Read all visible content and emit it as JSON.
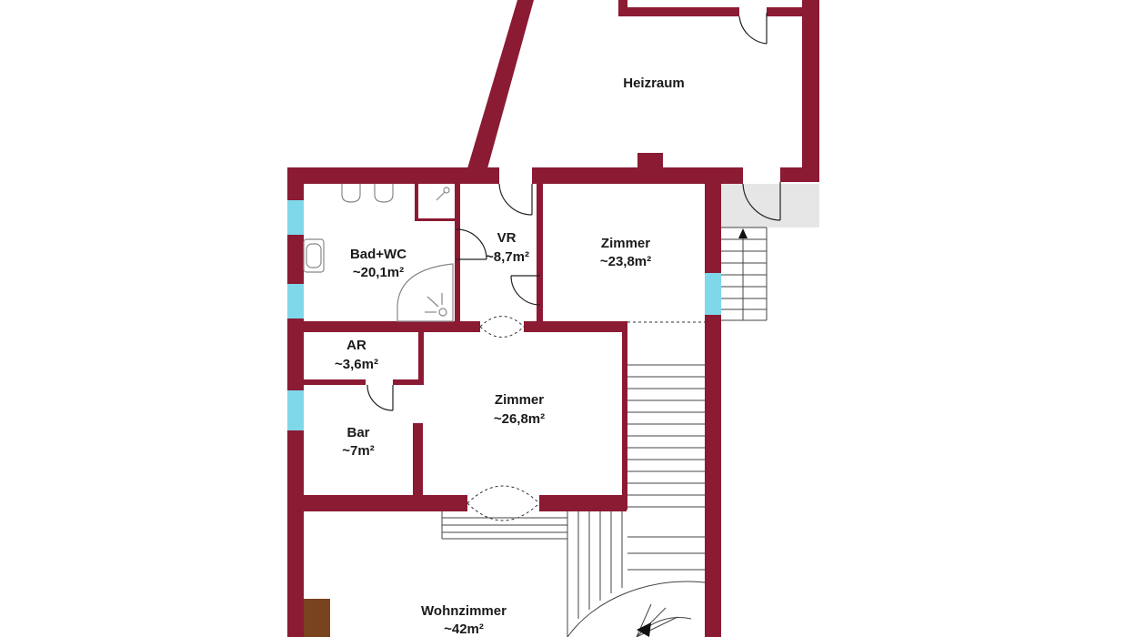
{
  "floorplan": {
    "colors": {
      "wall": "#8b1a33",
      "window": "#7fd8ea",
      "landing": "#e6e6e6",
      "fireplace": "#7a4320",
      "background": "#ffffff"
    },
    "rooms": [
      {
        "id": "heizraum",
        "name": "Heizraum",
        "area": ""
      },
      {
        "id": "badwc",
        "name": "Bad+WC",
        "area": "~20,1m²"
      },
      {
        "id": "vr",
        "name": "VR",
        "area": "~8,7m²"
      },
      {
        "id": "zimmer1",
        "name": "Zimmer",
        "area": "~23,8m²"
      },
      {
        "id": "ar",
        "name": "AR",
        "area": "~3,6m²"
      },
      {
        "id": "zimmer2",
        "name": "Zimmer",
        "area": "~26,8m²"
      },
      {
        "id": "bar",
        "name": "Bar",
        "area": "~7m²"
      },
      {
        "id": "wohnzimmer",
        "name": "Wohnzimmer",
        "area": "~42m²"
      }
    ],
    "symbols": [
      "toilet-icon",
      "bidet-icon",
      "sink-icon",
      "shower-icon",
      "corner-shower-icon",
      "stair-arrow-icon",
      "spiral-stair-icon",
      "fireplace-icon"
    ]
  }
}
